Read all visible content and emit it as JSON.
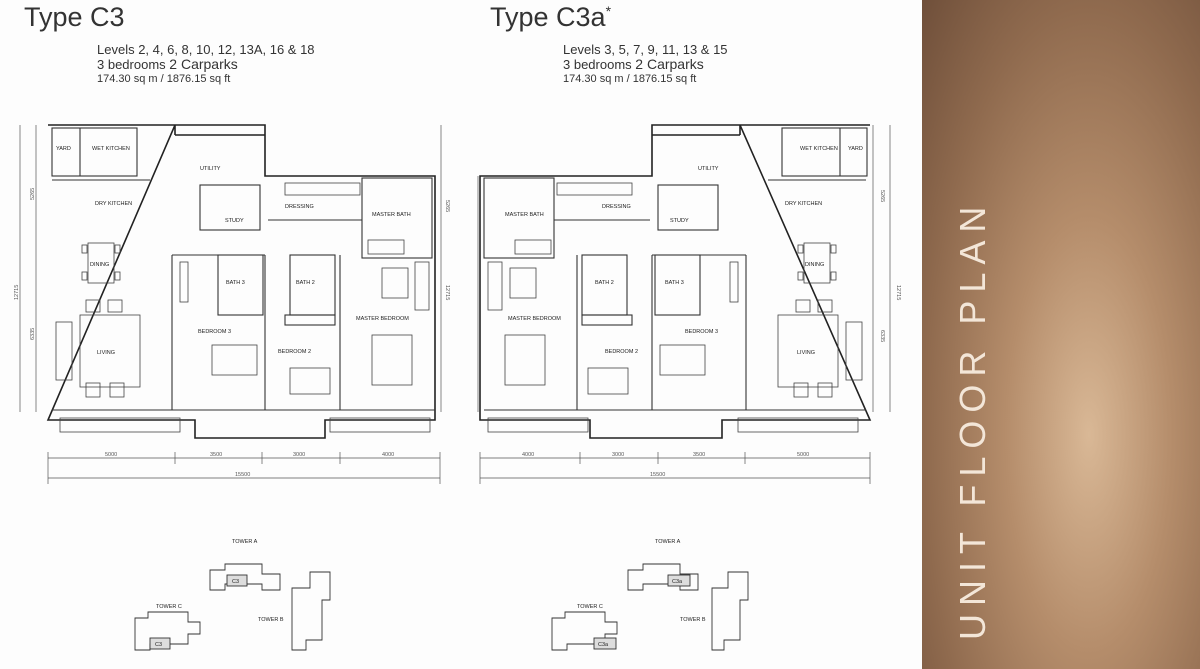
{
  "sidebar": {
    "title": "UNIT FLOOR PLAN"
  },
  "units": [
    {
      "title": "Type C3",
      "title_mark": "",
      "levels": "Levels 2, 4, 6, 8, 10, 12, 13A, 16 & 18",
      "bedrooms": "3 bedrooms",
      "carparks": "2 Carparks",
      "area": "174.30 sq m / 1876.15 sq ft",
      "rooms": {
        "wet_kitchen": "WET KITCHEN",
        "yard": "YARD",
        "utility": "UTILITY",
        "dry_kitchen": "DRY KITCHEN",
        "study": "STUDY",
        "dressing": "DRESSING",
        "master_bath": "MASTER BATH",
        "dining": "DINING",
        "bath3": "BATH 3",
        "bath2": "BATH 2",
        "bedroom3": "BEDROOM 3",
        "bedroom2": "BEDROOM 2",
        "master_bedroom": "MASTER BEDROOM",
        "living": "LIVING"
      },
      "dims": [
        "5000",
        "3500",
        "3000",
        "4000"
      ],
      "total_dim": "15500",
      "vert_dims": [
        "5265",
        "12715",
        "6335"
      ],
      "key_plan": {
        "tower_a": "TOWER A",
        "tower_b": "TOWER B",
        "tower_c": "TOWER C",
        "tag_a": "C3",
        "tag_c": "C3"
      }
    },
    {
      "title": "Type C3a",
      "title_mark": "*",
      "levels": "Levels 3, 5, 7, 9, 11, 13 & 15",
      "bedrooms": "3 bedrooms",
      "carparks": "2 Carparks",
      "area": "174.30 sq m / 1876.15 sq ft",
      "rooms": {
        "wet_kitchen": "WET KITCHEN",
        "yard": "YARD",
        "utility": "UTILITY",
        "dry_kitchen": "DRY KITCHEN",
        "study": "STUDY",
        "dressing": "DRESSING",
        "master_bath": "MASTER BATH",
        "dining": "DINING",
        "bath3": "BATH 3",
        "bath2": "BATH 2",
        "bedroom3": "BEDROOM 3",
        "bedroom2": "BEDROOM 2",
        "master_bedroom": "MASTER BEDROOM",
        "living": "LIVING"
      },
      "dims": [
        "4000",
        "3000",
        "3500",
        "5000"
      ],
      "total_dim": "15500",
      "vert_dims": [
        "5265",
        "12715",
        "6335"
      ],
      "key_plan": {
        "tower_a": "TOWER A",
        "tower_b": "TOWER B",
        "tower_c": "TOWER C",
        "tag_a": "C3a",
        "tag_c": "C3a"
      }
    }
  ]
}
